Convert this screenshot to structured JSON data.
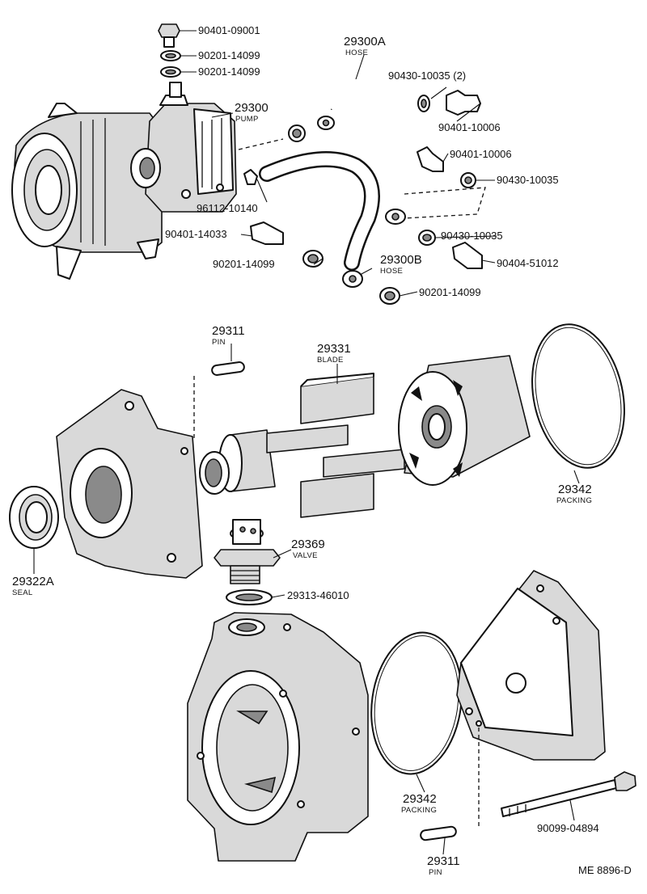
{
  "diagram": {
    "drawing_code": "ME 8896-D",
    "parts": [
      {
        "id": "p1",
        "number": "90401-09001"
      },
      {
        "id": "p2",
        "number": "90201-14099"
      },
      {
        "id": "p3",
        "number": "90201-14099"
      },
      {
        "id": "p4",
        "number": "29300",
        "name": "PUMP"
      },
      {
        "id": "p5",
        "number": "29300A",
        "name": "HOSE"
      },
      {
        "id": "p6",
        "number": "90430-10035 (2)"
      },
      {
        "id": "p7",
        "number": "90401-10006"
      },
      {
        "id": "p8",
        "number": "90401-10006"
      },
      {
        "id": "p9",
        "number": "90430-10035"
      },
      {
        "id": "p10",
        "number": "96112-10140"
      },
      {
        "id": "p11",
        "number": "90401-14033"
      },
      {
        "id": "p12",
        "number": "90430-10035"
      },
      {
        "id": "p13",
        "number": "90201-14099"
      },
      {
        "id": "p14",
        "number": "29300B",
        "name": "HOSE"
      },
      {
        "id": "p15",
        "number": "90404-51012"
      },
      {
        "id": "p16",
        "number": "90201-14099"
      },
      {
        "id": "p17",
        "number": "29311",
        "name": "PIN"
      },
      {
        "id": "p18",
        "number": "29331",
        "name": "BLADE"
      },
      {
        "id": "p19",
        "number": "29342",
        "name": "PACKING"
      },
      {
        "id": "p20",
        "number": "29369",
        "name": "VALVE"
      },
      {
        "id": "p21",
        "number": "29322A",
        "name": "SEAL"
      },
      {
        "id": "p22",
        "number": "29313-46010"
      },
      {
        "id": "p23",
        "number": "29342",
        "name": "PACKING"
      },
      {
        "id": "p24",
        "number": "90099-04894"
      },
      {
        "id": "p25",
        "number": "29311",
        "name": "PIN"
      }
    ]
  }
}
